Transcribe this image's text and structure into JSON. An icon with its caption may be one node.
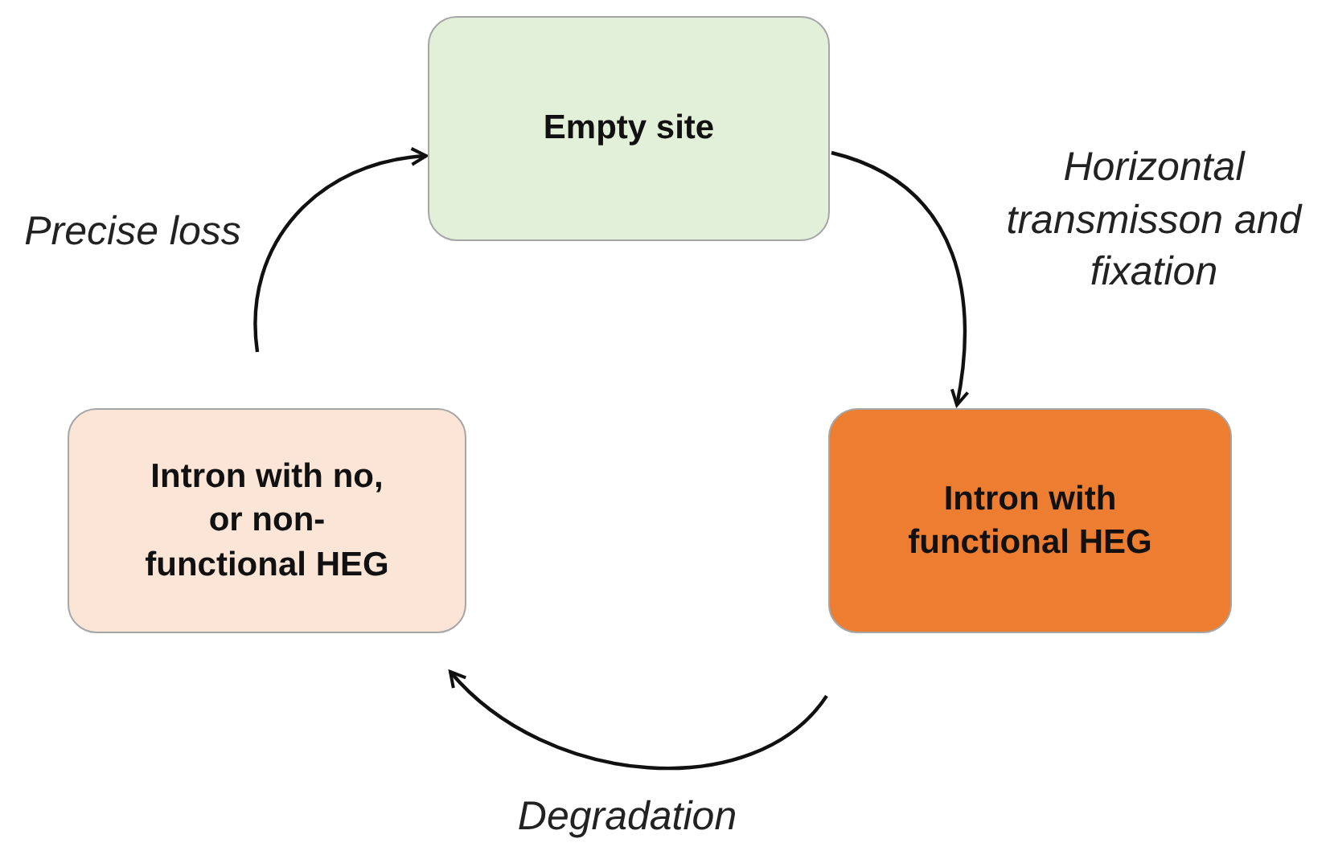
{
  "diagram": {
    "nodes": [
      {
        "text": [
          "Empty site"
        ]
      },
      {
        "text": [
          "Intron with functional HEG"
        ]
      },
      {
        "text": [
          "Intron with no, or non-functional HEG"
        ]
      }
    ],
    "edges": [
      {
        "from": 0,
        "to": 1,
        "arrow": "to",
        "label": "Horizontal transmisson and fixation"
      },
      {
        "from": 1,
        "to": 2,
        "arrow": "to",
        "label": "Degradation"
      },
      {
        "from": 2,
        "to": 0,
        "arrow": "to",
        "label": "Precise loss"
      }
    ]
  }
}
